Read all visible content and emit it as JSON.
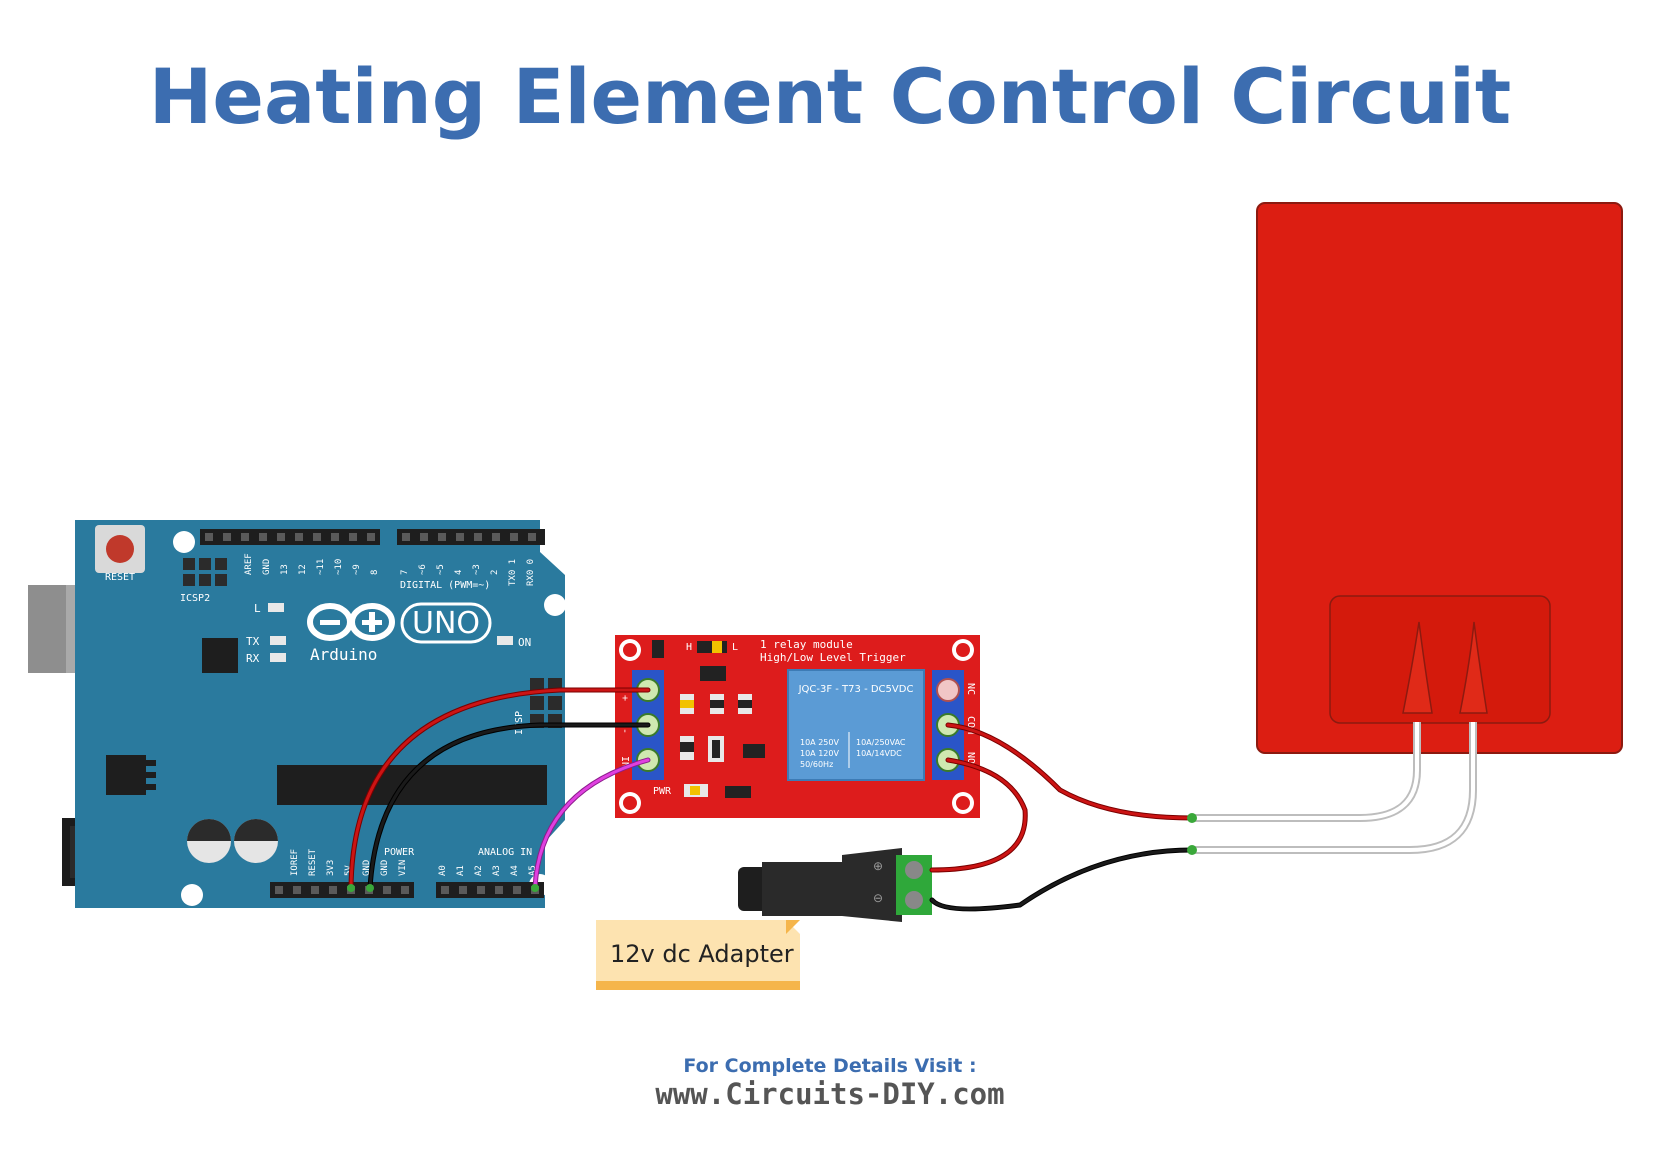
{
  "title": "Heating Element Control Circuit",
  "footer": {
    "line1": "For Complete Details Visit :",
    "line2": "www.Circuits-DIY.com"
  },
  "adapter_label": "12v dc Adapter",
  "arduino": {
    "reset": "RESET",
    "icsp2": "ICSP2",
    "icsp": "ICSP",
    "aref": "AREF",
    "gnd": "GND",
    "digital": "DIGITAL (PWM=~)",
    "logo_text": "Arduino",
    "uno": "UNO",
    "l_led": "L",
    "tx": "TX",
    "rx": "RX",
    "on": "ON",
    "power": "POWER",
    "analog": "ANALOG IN",
    "digital_pins": [
      "13",
      "12",
      "~11",
      "~10",
      "~9",
      "8",
      "7",
      "~6",
      "~5",
      "4",
      "~3",
      "2",
      "TX0 1",
      "RX0 0"
    ],
    "power_pins": [
      "IOREF",
      "RESET",
      "3V3",
      "5V",
      "GND",
      "GND",
      "VIN"
    ],
    "analog_pins": [
      "A0",
      "A1",
      "A2",
      "A3",
      "A4",
      "A5"
    ]
  },
  "relay": {
    "title1": "1 relay module",
    "title2": "High/Low Level Trigger",
    "relay_model": "JQC-3F - T73 - DC5VDC",
    "rating_left": [
      "10A 250V",
      "10A 120V",
      "50/60Hz"
    ],
    "rating_right": [
      "10A/250VAC",
      "10A/14VDC"
    ],
    "h": "H",
    "l": "L",
    "pwr": "PWR",
    "in_pins": [
      "+",
      "-",
      "IN"
    ],
    "out_pins": [
      "NC",
      "COM",
      "NO"
    ]
  },
  "colors": {
    "title": "#3c6db0",
    "arduino_board": "#2a7a9e",
    "relay_board": "#dd1c1c",
    "heater": "#dc1e12",
    "wire_red": "#cc1414",
    "wire_black": "#1a1a1a",
    "wire_pink": "#e040e0"
  }
}
